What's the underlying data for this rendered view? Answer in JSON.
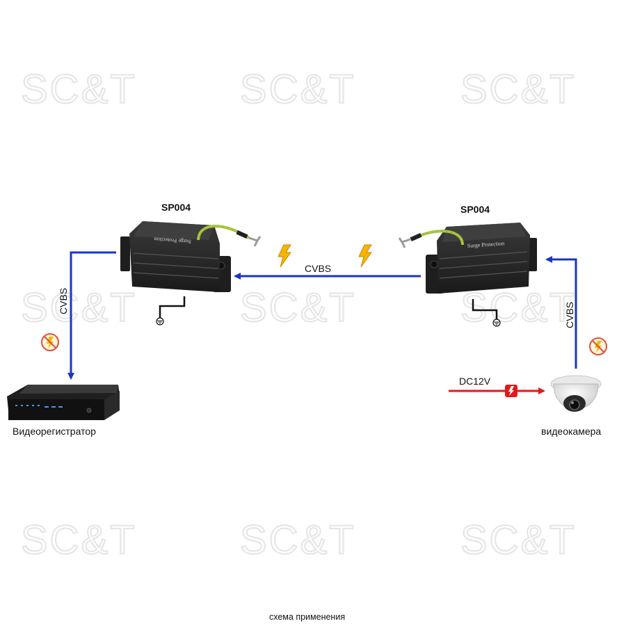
{
  "watermark": "SC&T",
  "devices": {
    "left_protector": {
      "label": "SP004",
      "device_text": "Surge Protection"
    },
    "right_protector": {
      "label": "SP004",
      "device_text": "Surge Protection"
    },
    "recorder": {
      "label": "Видеорегистратор"
    },
    "camera": {
      "label": "видеокамера"
    }
  },
  "links": {
    "coax_label": "CVBS",
    "left_vertical_label": "CVBS",
    "right_vertical_label": "CVBS",
    "power_label": "DC12V"
  },
  "caption": "схема применения",
  "colors": {
    "signal_line": "#1a35c8",
    "power_line": "#e01a1a",
    "device_body": "#2b2b2b",
    "ground_wire": "#9cc23a",
    "lightning": "#f5b400",
    "no_surge_ring": "#e0503a"
  }
}
